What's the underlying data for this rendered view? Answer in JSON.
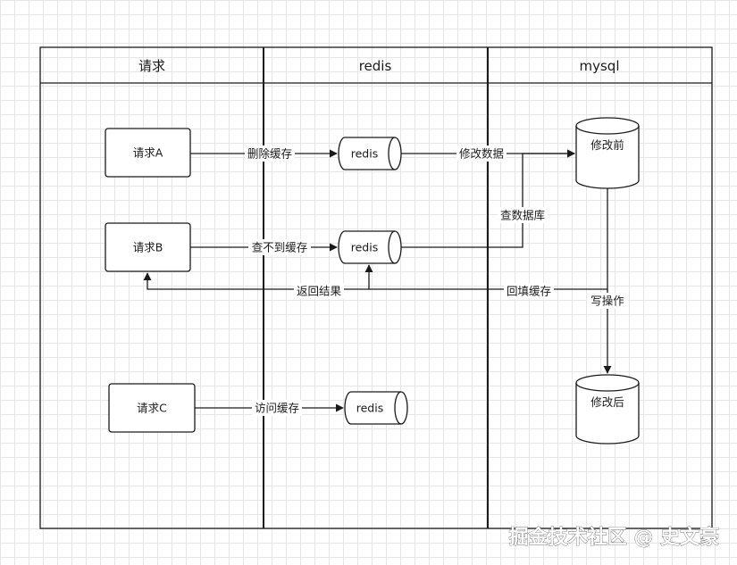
{
  "lanes": {
    "request": "请求",
    "redis": "redis",
    "mysql": "mysql"
  },
  "nodes": {
    "request_a": "请求A",
    "request_b": "请求B",
    "request_c": "请求C",
    "redis_1": "redis",
    "redis_2": "redis",
    "redis_3": "redis",
    "db_before": "修改前",
    "db_after": "修改后"
  },
  "edges": {
    "delete_cache": "删除缓存",
    "modify_data": "修改数据",
    "cache_miss": "查不到缓存",
    "query_db": "查数据库",
    "return_result": "返回结果",
    "refill_cache": "回填缓存",
    "write_op": "写操作",
    "access_cache": "访问缓存"
  },
  "watermark": "掘金技术社区 @ 史文豪",
  "colors": {
    "stroke": "#1a1a1a",
    "fill": "#ffffff",
    "grid": "#e6e6e6"
  }
}
